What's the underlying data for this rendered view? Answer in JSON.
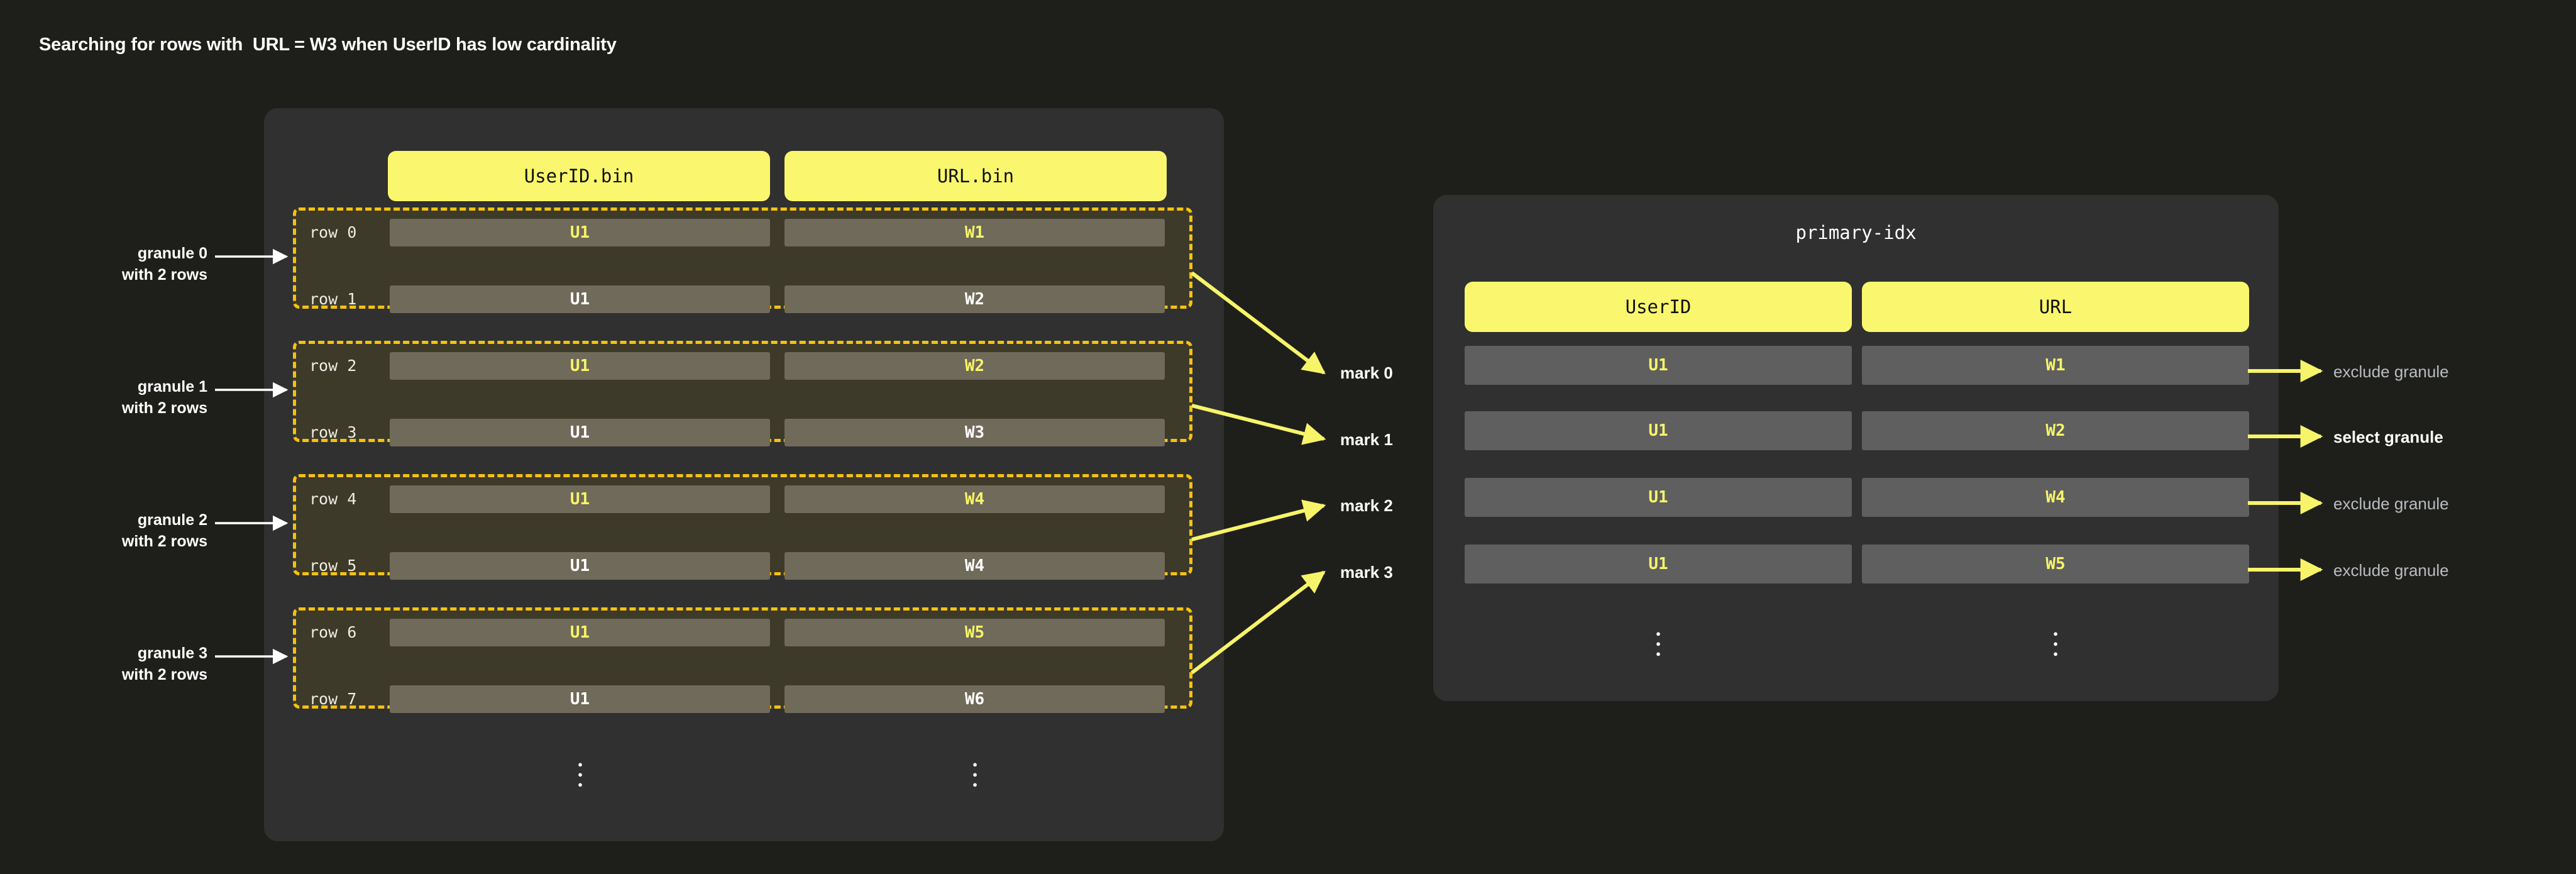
{
  "title": "Searching for rows with  URL = W3 when UserID has low cardinality",
  "parts_panel": {
    "columns": [
      {
        "name": "UserID.bin"
      },
      {
        "name": "URL.bin"
      }
    ],
    "rows": [
      {
        "label": "row 0",
        "userid": "U1",
        "url": "W1",
        "highlighted": true
      },
      {
        "label": "row 1",
        "userid": "U1",
        "url": "W2",
        "highlighted": false
      },
      {
        "label": "row 2",
        "userid": "U1",
        "url": "W2",
        "highlighted": true
      },
      {
        "label": "row 3",
        "userid": "U1",
        "url": "W3",
        "highlighted": false
      },
      {
        "label": "row 4",
        "userid": "U1",
        "url": "W4",
        "highlighted": true
      },
      {
        "label": "row 5",
        "userid": "U1",
        "url": "W4",
        "highlighted": false
      },
      {
        "label": "row 6",
        "userid": "U1",
        "url": "W5",
        "highlighted": true
      },
      {
        "label": "row 7",
        "userid": "U1",
        "url": "W6",
        "highlighted": false
      }
    ],
    "ellipsis": "⋮"
  },
  "granules": [
    {
      "caption": "granule 0\nwith 2 rows"
    },
    {
      "caption": "granule 1\nwith 2 rows"
    },
    {
      "caption": "granule 2\nwith 2 rows"
    },
    {
      "caption": "granule 3\nwith 2 rows"
    }
  ],
  "marks": [
    {
      "label": "mark 0"
    },
    {
      "label": "mark 1"
    },
    {
      "label": "mark 2"
    },
    {
      "label": "mark 3"
    }
  ],
  "primary_index": {
    "title": "primary-idx",
    "columns": [
      {
        "name": "UserID"
      },
      {
        "name": "URL"
      }
    ],
    "rows": [
      {
        "userid": "U1",
        "url": "W1",
        "decision": "exclude granule",
        "selected": false
      },
      {
        "userid": "U1",
        "url": "W2",
        "decision": "select granule",
        "selected": true
      },
      {
        "userid": "U1",
        "url": "W4",
        "decision": "exclude granule",
        "selected": false
      },
      {
        "userid": "U1",
        "url": "W5",
        "decision": "exclude granule",
        "selected": false
      }
    ],
    "ellipsis": "⋮"
  },
  "colors": {
    "page_background": "#1e1f1b",
    "panel_background": "#303030",
    "accent_yellow": "#faf76e",
    "granule_border": "#f5c213",
    "granule_fill": "#3d3a2a",
    "cell_fill": "#706a5a",
    "pidx_cell_fill": "#5f5f5f",
    "arrow_yellow": "#f7f469",
    "highlight_text": "#f7f469",
    "muted_text": "#b9bcc0"
  }
}
